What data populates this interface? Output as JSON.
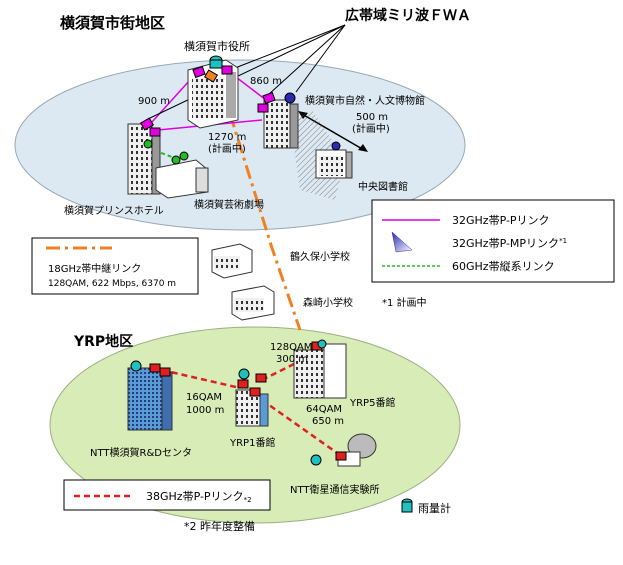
{
  "areas": {
    "yokosuka": "横須賀市街地区",
    "yrp": "YRP地区"
  },
  "fwa_title": "広帯域ミリ波ＦＷＡ",
  "buildings": {
    "city_hall": "横須賀市役所",
    "museum": "横須賀市自然・人文博物館",
    "library": "中央図書館",
    "prince_hotel": "横須賀プリンスホテル",
    "arts_theater": "横須賀芸術劇場",
    "tsukuku_school": "鶴久保小学校",
    "morisaki_school": "森崎小学校",
    "ntt_rd": "NTT横須賀R&Dセンタ",
    "yrp1": "YRP1番館",
    "yrp5": "YRP5番館",
    "ntt_satellite": "NTT衛星通信実験所"
  },
  "link_labels": {
    "d900": "900 m",
    "d860": "860 m",
    "d1270": "1270 m",
    "plan1": "(計画中)",
    "d500": "500 m",
    "plan2": "(計画中)",
    "qam128": "128QAM",
    "d300": "300 m",
    "qam16": "16QAM",
    "d1000": "1000 m",
    "qam64": "64QAM",
    "d650": "650 m"
  },
  "legend": {
    "p_link": "32GHz帯P-Pリンク",
    "mp_link": "32GHz帯P-MPリンク",
    "mp_sup": "*1",
    "v_link": "60GHz帯縦系リンク",
    "relay_title": "18GHz帯中継リンク",
    "relay_detail": "128QAM, 622 Mbps, 6370 m",
    "note1": "*1 計画中",
    "link38": "38GHz帯P-Pリンク",
    "link38_sup": "*2",
    "raingauge": "雨量計",
    "note2": "*2 昨年度整備"
  },
  "colors": {
    "p_link": "#e000e0",
    "mp_link": "#2a2ab0",
    "v_link": "#22bb22",
    "relay": "#f08020",
    "link38": "#e02020",
    "area_yokosuka": "#dce8f2",
    "area_yrp": "#d8ecb8"
  }
}
